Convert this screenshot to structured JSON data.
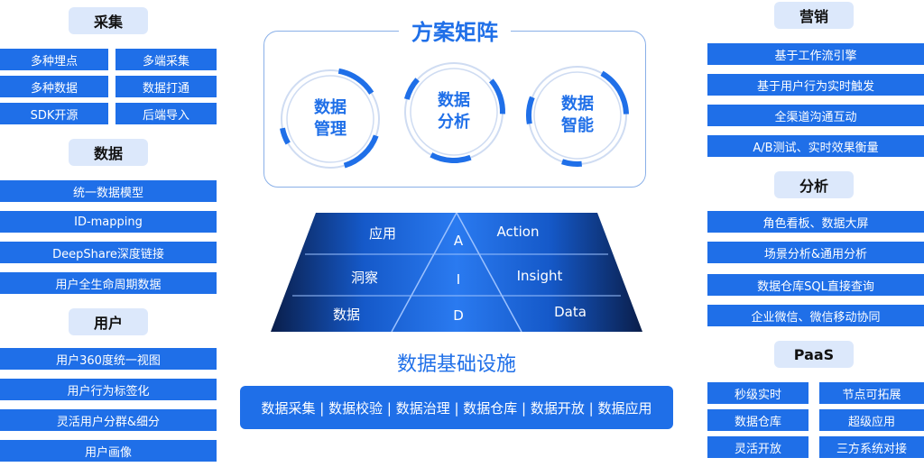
{
  "left": {
    "collect": {
      "title": "采集",
      "items": [
        "多种埋点",
        "多端采集",
        "多种数据",
        "数据打通",
        "SDK开源",
        "后端导入"
      ]
    },
    "data": {
      "title": "数据",
      "items": [
        "统一数据模型",
        "ID-mapping",
        "DeepShare深度链接",
        "用户全生命周期数据"
      ]
    },
    "user": {
      "title": "用户",
      "items": [
        "用户360度统一视图",
        "用户行为标签化",
        "灵活用户分群&细分",
        "用户画像"
      ]
    }
  },
  "center": {
    "matrix_title": "方案矩阵",
    "circles": [
      {
        "line1": "数据",
        "line2": "管理"
      },
      {
        "line1": "数据",
        "line2": "分析"
      },
      {
        "line1": "数据",
        "line2": "智能"
      }
    ],
    "aid": {
      "rows": [
        {
          "cn": "应用",
          "letter": "A",
          "en": "Action"
        },
        {
          "cn": "洞察",
          "letter": "I",
          "en": "Insight"
        },
        {
          "cn": "数据",
          "letter": "D",
          "en": "Data"
        }
      ]
    },
    "infra_title": "数据基础设施",
    "infra_items": "数据采集 | 数据校验 | 数据治理 | 数据仓库 | 数据开放  | 数据应用"
  },
  "right": {
    "marketing": {
      "title": "营销",
      "items": [
        "基于工作流引擎",
        "基于用户行为实时触发",
        "全渠道沟通互动",
        "A/B测试、实时效果衡量"
      ]
    },
    "analysis": {
      "title": "分析",
      "items": [
        "角色看板、数据大屏",
        "场景分析&通用分析",
        "数据仓库SQL直接查询",
        "企业微信、微信移动协同"
      ]
    },
    "paas": {
      "title": "PaaS",
      "items": [
        "秒级实时",
        "节点可拓展",
        "数据仓库",
        "超级应用",
        "灵活开放",
        "三方系统对接"
      ]
    }
  },
  "colors": {
    "primary": "#1f6fe8",
    "header_bg": "#dce8fb",
    "panel_border": "#8ab0e8"
  }
}
